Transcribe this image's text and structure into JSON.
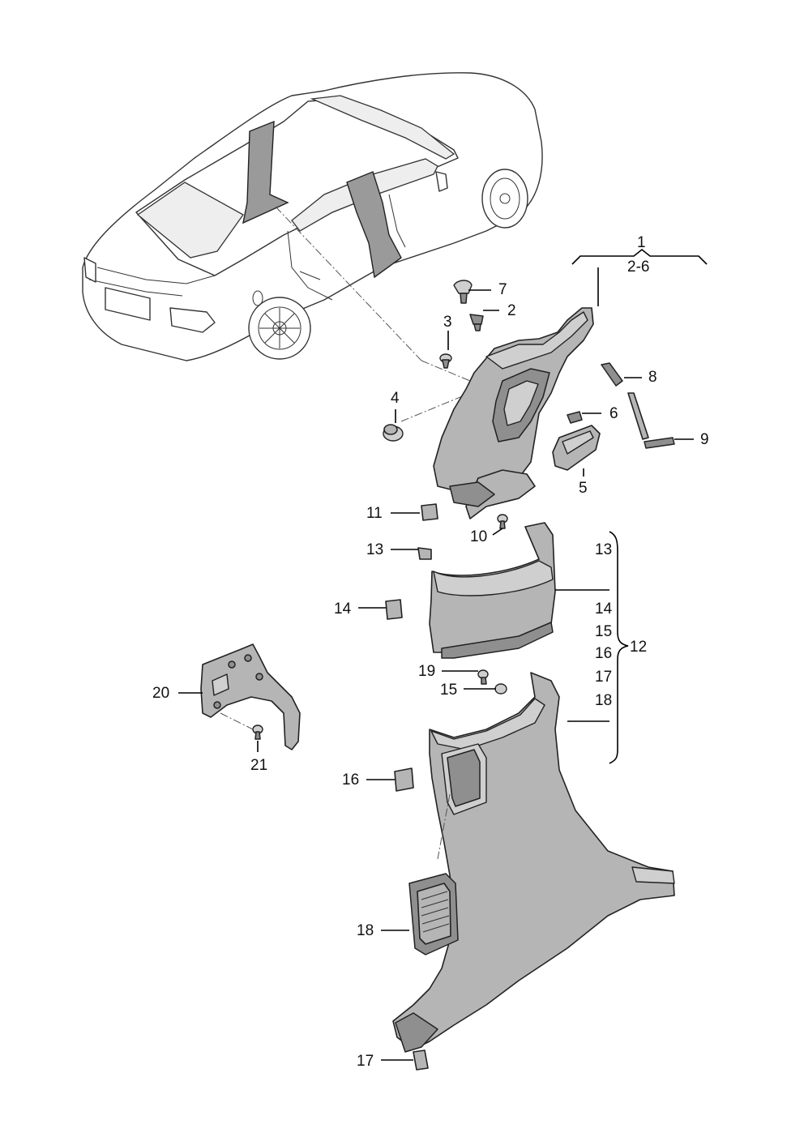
{
  "diagram": {
    "callouts": [
      {
        "id": "c1",
        "label": "1"
      },
      {
        "id": "c1sub",
        "label": "2-6"
      },
      {
        "id": "c7",
        "label": "7"
      },
      {
        "id": "c2",
        "label": "2"
      },
      {
        "id": "c3",
        "label": "3"
      },
      {
        "id": "c8",
        "label": "8"
      },
      {
        "id": "c4",
        "label": "4"
      },
      {
        "id": "c6",
        "label": "6"
      },
      {
        "id": "c9",
        "label": "9"
      },
      {
        "id": "c5",
        "label": "5"
      },
      {
        "id": "c11",
        "label": "11"
      },
      {
        "id": "c10",
        "label": "10"
      },
      {
        "id": "c13a",
        "label": "13"
      },
      {
        "id": "c13b",
        "label": "13"
      },
      {
        "id": "c14a",
        "label": "14"
      },
      {
        "id": "c14b",
        "label": "14"
      },
      {
        "id": "c15a",
        "label": "15"
      },
      {
        "id": "c16a",
        "label": "16"
      },
      {
        "id": "c12",
        "label": "12"
      },
      {
        "id": "c17a",
        "label": "17"
      },
      {
        "id": "c18a",
        "label": "18"
      },
      {
        "id": "c19",
        "label": "19"
      },
      {
        "id": "c15b",
        "label": "15"
      },
      {
        "id": "c20",
        "label": "20"
      },
      {
        "id": "c21",
        "label": "21"
      },
      {
        "id": "c16b",
        "label": "16"
      },
      {
        "id": "c18b",
        "label": "18"
      },
      {
        "id": "c17b",
        "label": "17"
      }
    ],
    "colors": {
      "part_fill": "#b5b5b5",
      "part_dark": "#8f8f8f",
      "line": "#000000",
      "background": "#ffffff"
    }
  }
}
